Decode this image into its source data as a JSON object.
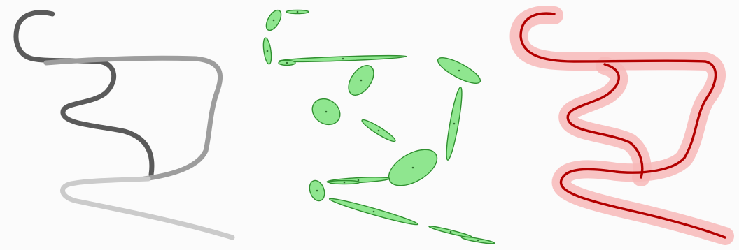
{
  "figure": {
    "panels": [
      {
        "name": "input-strokes",
        "stroke_count": 3
      },
      {
        "name": "gaussian-fit",
        "ellipse_count": 17
      },
      {
        "name": "fitted-curve",
        "curve_count": 1
      }
    ]
  },
  "colors": {
    "background": "#fbfbfb",
    "stroke_dark": "#5a5a5a",
    "stroke_mid": "#9d9d9d",
    "stroke_light": "#cbcbcb",
    "ellipse_fill": "#8fe68f",
    "ellipse_edge": "#2f8f2f",
    "ellipse_center": "#2f6f2f",
    "curve_band": "#f7b9b9",
    "curve_line": "#b30000"
  }
}
